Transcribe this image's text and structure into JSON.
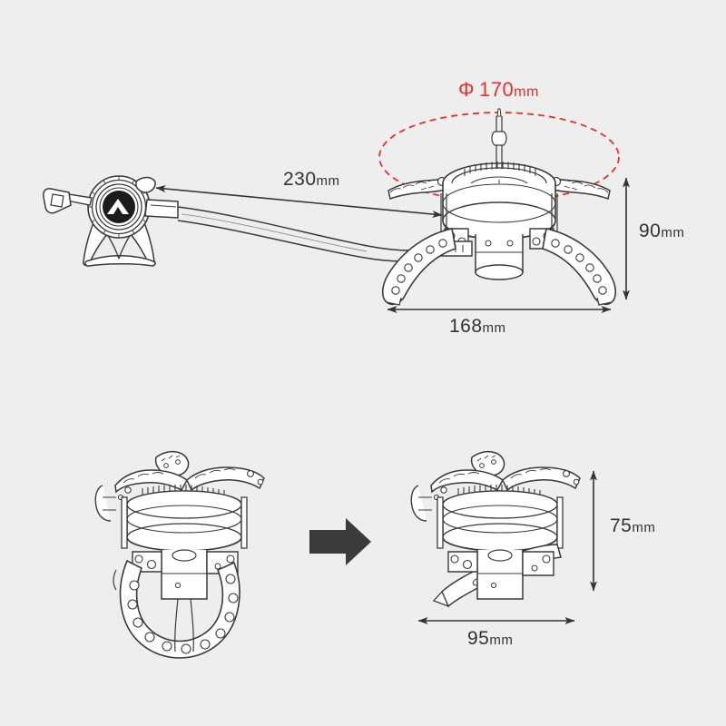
{
  "diagram": {
    "title": "Portable camping gas stove dimension diagram",
    "background_color": "#eeeeee",
    "line_color": "#3a3a3a",
    "accent_color": "#e8302a",
    "text_color": "#333333"
  },
  "dimensions": {
    "diameter_top": {
      "symbol": "Φ",
      "value": "170",
      "unit": "mm",
      "color": "#e8302a",
      "orientation": "diameter-ellipse"
    },
    "hose_length": {
      "value": "230",
      "unit": "mm",
      "color": "#333333",
      "orientation": "horizontal"
    },
    "stove_height": {
      "value": "90",
      "unit": "mm",
      "color": "#333333",
      "orientation": "vertical"
    },
    "stove_width": {
      "value": "168",
      "unit": "mm",
      "color": "#333333",
      "orientation": "horizontal"
    },
    "folded_height": {
      "value": "75",
      "unit": "mm",
      "color": "#333333",
      "orientation": "vertical"
    },
    "folded_width": {
      "value": "95",
      "unit": "mm",
      "color": "#333333",
      "orientation": "horizontal"
    }
  },
  "views": {
    "top": {
      "name": "open-stove-with-hose-view",
      "parts": [
        "valve-regulator",
        "control-knob-handle",
        "tripod-base",
        "fuel-hose",
        "burner-head",
        "pot-support-arms",
        "splayed-legs",
        "piezo-igniter-electrode"
      ]
    },
    "bottom_left": {
      "name": "legs-unfolded-view",
      "parts": [
        "burner-head",
        "pot-support-arms",
        "folded-legs-semicircle",
        "burner-tube"
      ]
    },
    "bottom_right": {
      "name": "legs-folded-view",
      "parts": [
        "burner-head",
        "pot-support-arms",
        "legs-stowed",
        "burner-tube"
      ]
    },
    "transform_arrow": {
      "name": "fold-transform-arrow",
      "direction": "right",
      "color": "#3b3b3b"
    }
  }
}
